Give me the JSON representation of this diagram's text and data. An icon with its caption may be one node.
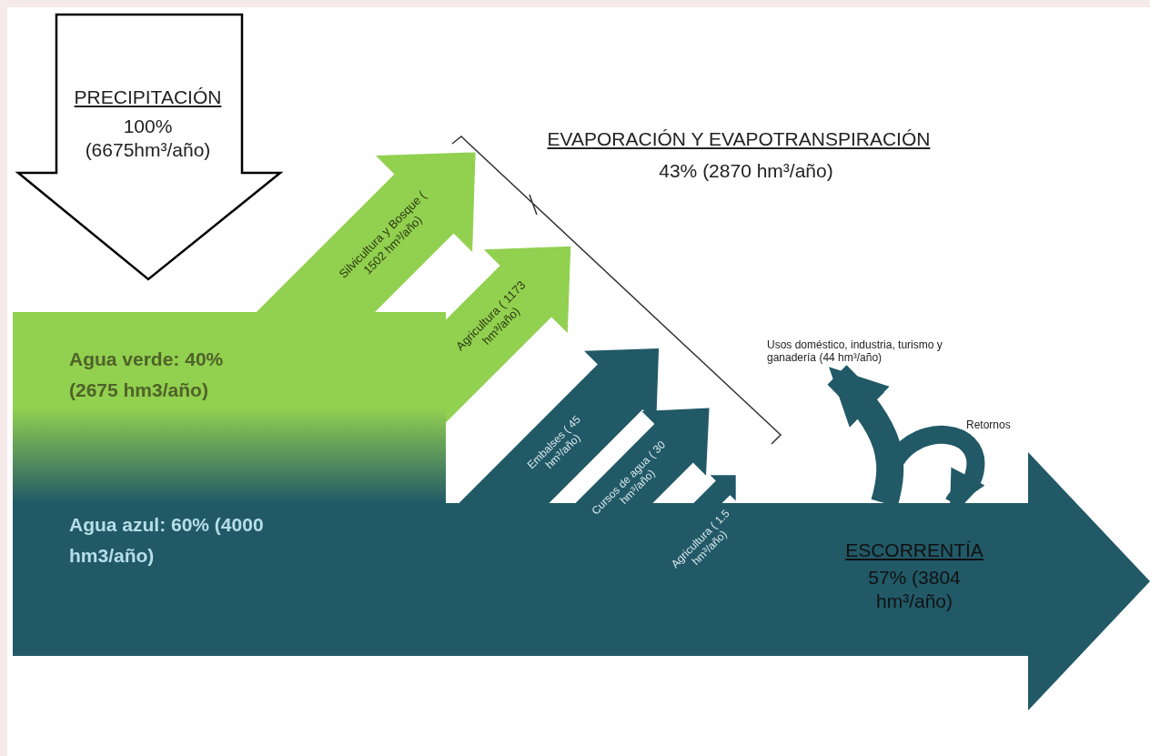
{
  "diagram": {
    "nodes": [
      {
        "text": [
          "PRECIPITACIÓN",
          "100% (6675hm³/año)"
        ]
      },
      {
        "text": [
          "Agua verde: 40% (2675 hm3/año)"
        ]
      },
      {
        "text": [
          "Agua azul: 60% (4000 hm3/año)"
        ]
      },
      {
        "text": [
          "EVAPORACIÓN Y EVAPOTRANSPIRACIÓN",
          "43% (2870 hm³/año)"
        ]
      },
      {
        "text": [
          "ESCORRENTÍA",
          "57% (3804 hm³/año)"
        ]
      }
    ],
    "edges": [
      {
        "from": 1,
        "to": 3,
        "arrow": "to",
        "label": "Silvicultura y Bosque ( 1502 hm³/año)",
        "color": "#92d050"
      },
      {
        "from": 1,
        "to": 3,
        "arrow": "to",
        "label": "Agricultura ( 1173 hm³/año)",
        "color": "#92d050"
      },
      {
        "from": 2,
        "to": 3,
        "arrow": "to",
        "label": "Embalses ( 45 hm³/año)"
      },
      {
        "from": 2,
        "to": 3,
        "arrow": "to",
        "label": "Cursos de agua ( 30 hm³/año)"
      },
      {
        "from": 2,
        "to": 3,
        "arrow": "to",
        "label": "Agricultura ( 1.5 hm³/año)"
      },
      {
        "from": 4,
        "to": 3,
        "arrow": "to",
        "label": "Usos doméstico, industria, turismo y ganadería (44 hm³/año)"
      },
      {
        "from": null,
        "to": 4,
        "arrow": "to",
        "label": "Retornos"
      }
    ]
  }
}
